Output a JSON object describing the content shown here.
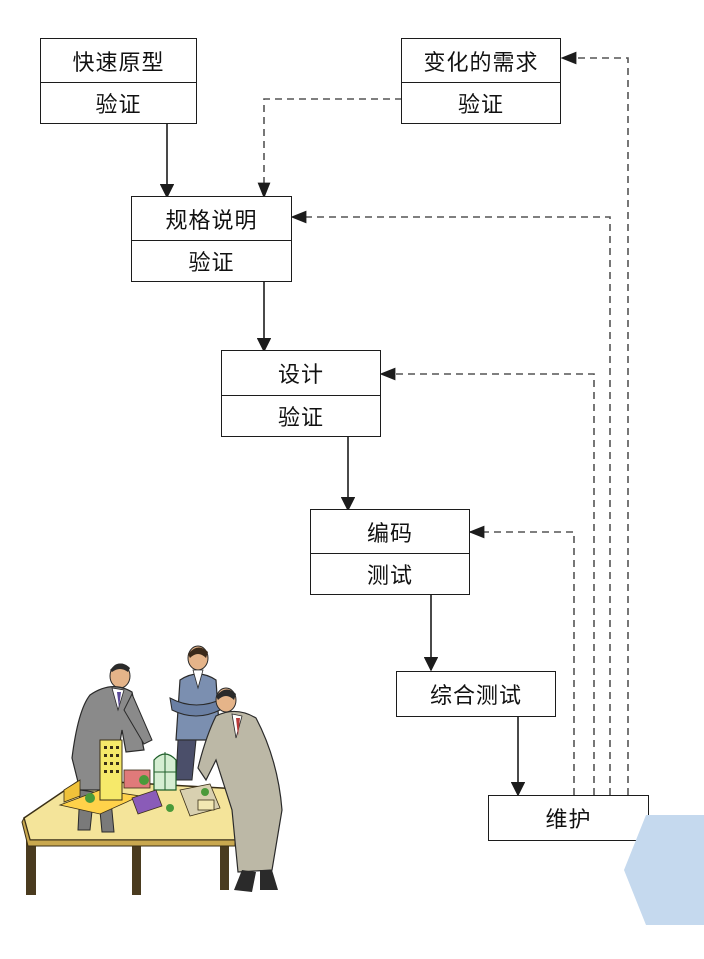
{
  "boxes": {
    "prototype": {
      "title": "快速原型",
      "sub": "验证"
    },
    "requirements": {
      "title": "变化的需求",
      "sub": "验证"
    },
    "spec": {
      "title": "规格说明",
      "sub": "验证"
    },
    "design": {
      "title": "设计",
      "sub": "验证"
    },
    "code": {
      "title": "编码",
      "sub": "测试"
    },
    "integration": {
      "title": "综合测试"
    },
    "maintenance": {
      "title": "维护"
    }
  },
  "colors": {
    "line": "#1c1c1c",
    "dashed": "#555555",
    "corner_accent": "#c5d9ee"
  },
  "illustration": "business-people-around-architectural-model"
}
